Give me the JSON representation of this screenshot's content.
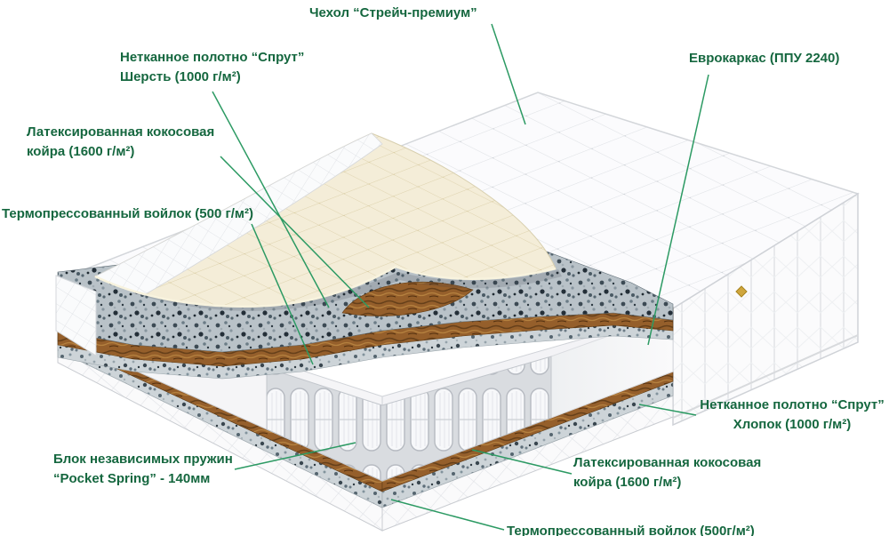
{
  "colors": {
    "label_text": "#15673f",
    "leader_line": "#2c9a63",
    "coir_brown": "#955f2b",
    "cream_cover": "#f4edd8",
    "emblem_gold": "#cfa63d"
  },
  "labels": {
    "cover": {
      "line1": "Чехол “Стрейч-премиум”"
    },
    "sprut_wool": {
      "line1": "Нетканное полотно “Спрут”",
      "line2": "Шерсть (1000 г/м²)"
    },
    "eurokarkas": {
      "line1": "Еврокаркас (ППУ 2240)"
    },
    "coir_top": {
      "line1": "Латексированная кокосовая",
      "line2": "койра (1600 г/м²)"
    },
    "felt_top": {
      "line1": "Термопрессованный войлок (500 г/м²)"
    },
    "sprut_cotton": {
      "line1": "Нетканное полотно “Спрут”",
      "line2": "Хлопок (1000 г/м²)"
    },
    "pocket_spring": {
      "line1": "Блок независимых пружин",
      "line2": "“Pocket Spring” - 140мм"
    },
    "coir_bottom": {
      "line1": "Латексированная кокосовая",
      "line2": "койра (1600 г/м²)"
    },
    "felt_bottom": {
      "line1": "Термопрессованный войлок (500г/м²)"
    }
  }
}
